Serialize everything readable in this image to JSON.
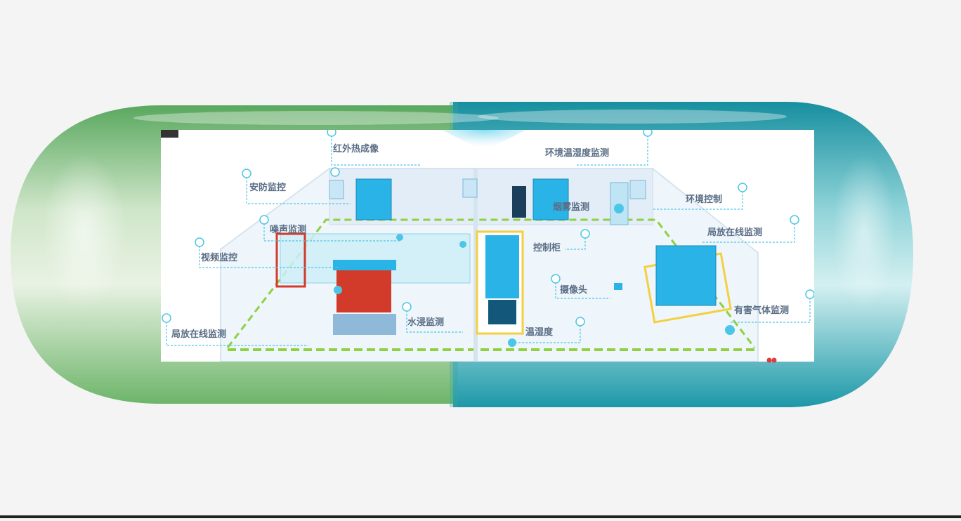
{
  "labels": {
    "infrared": "红外热成像",
    "env_temp_humidity": "环境温湿度监测",
    "security": "安防监控",
    "env_control": "环境控制",
    "smoke": "烟雾监测",
    "noise": "噪声监测",
    "partial_discharge_right": "局放在线监测",
    "video": "视频监控",
    "control_cabinet": "控制柜",
    "camera": "摄像头",
    "harmful_gas": "有害气体监测",
    "water_immersion": "水浸监测",
    "temp_humidity": "温湿度",
    "partial_discharge_left": "局放在线监测"
  },
  "colors": {
    "capsule_green": "#7fc08a",
    "capsule_teal": "#2aa8b8",
    "callout": "#4cc6e6",
    "floor_stripe": "#8fd13f",
    "equipment_blue": "#2ab3e6",
    "transformer_red": "#d23a2a"
  }
}
